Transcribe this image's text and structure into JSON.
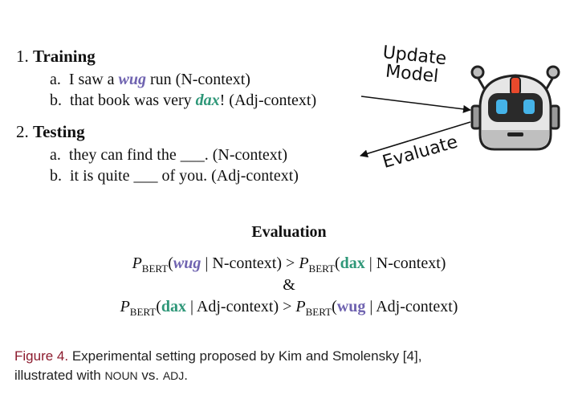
{
  "training": {
    "number": "1.",
    "title": "Training",
    "a": {
      "marker": "a.",
      "pre": "I saw a",
      "nonce": "wug",
      "post": "run (N-context)"
    },
    "b": {
      "marker": "b.",
      "pre": "that book was very",
      "nonce": "dax",
      "post": "! (Adj-context)"
    }
  },
  "testing": {
    "number": "2.",
    "title": "Testing",
    "a": {
      "marker": "a.",
      "text": "they can find the ___. (N-context)"
    },
    "b": {
      "marker": "b.",
      "text": "it is quite ___ of you. (Adj-context)"
    }
  },
  "arrows": {
    "update_line1": "Update",
    "update_line2": "Model",
    "evaluate": "Evaluate"
  },
  "robot": {
    "icon": "robot-icon",
    "accent_color": "#e8492c",
    "eye_color": "#45b3e8"
  },
  "evaluation": {
    "title": "Evaluation",
    "P": "P",
    "sub": "BERT",
    "line1": {
      "open1": "(",
      "w1": "wug",
      "ctx1": " | N-context) > ",
      "open2": "(",
      "w2": "dax",
      "ctx2": " | N-context)"
    },
    "amp": "&",
    "line2": {
      "open1": "(",
      "w1": "dax",
      "ctx1": " | Adj-context) > ",
      "open2": "(",
      "w2": "wug",
      "ctx2": " | Adj-context)"
    }
  },
  "caption": {
    "label": "Figure 4.",
    "text1": " Experimental setting proposed by Kim and Smolensky [4],",
    "text2a": "illustrated with ",
    "noun": "NOUN",
    "text2b": " vs. ",
    "adj": "ADJ",
    "text2c": "."
  },
  "colors": {
    "wug": "#6f63b0",
    "dax": "#2e9778",
    "caption_label": "#8c1b2e"
  }
}
